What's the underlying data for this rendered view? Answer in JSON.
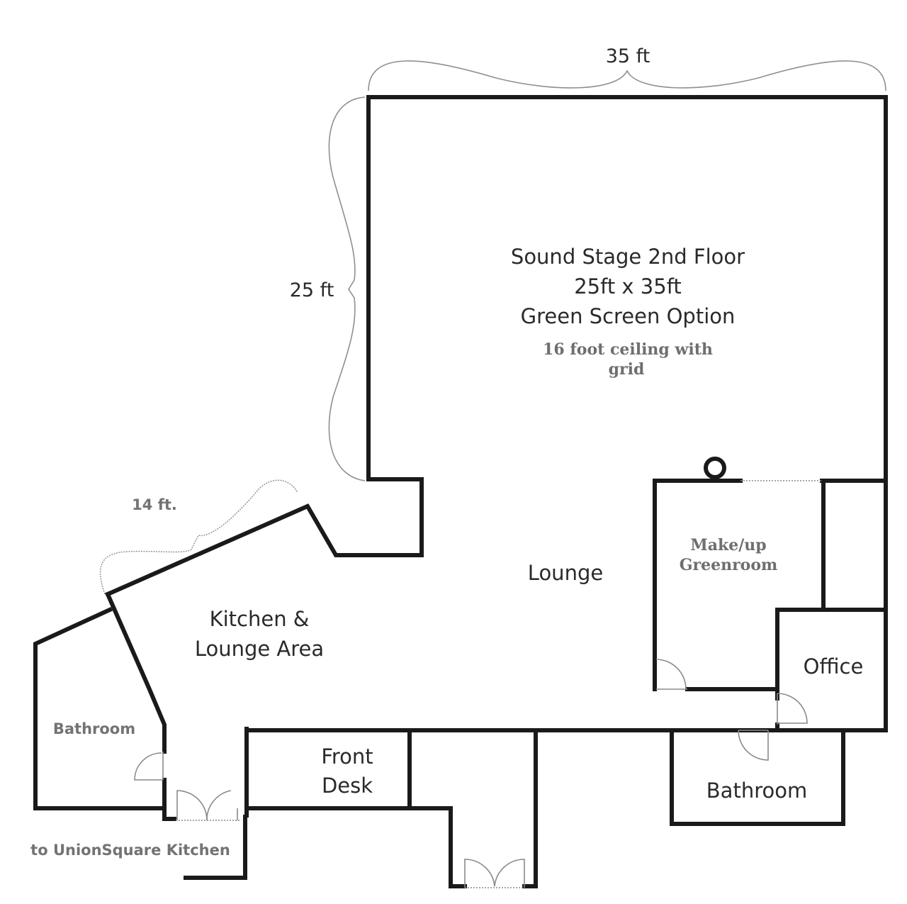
{
  "dimensions": {
    "width_label": "35 ft",
    "height_label": "25 ft",
    "kitchen_wall_label": "14 ft."
  },
  "rooms": {
    "sound_stage": {
      "title": "Sound Stage 2nd Floor",
      "size": "25ft x 35ft",
      "option": "Green Screen Option",
      "note_line1": "16 foot ceiling with",
      "note_line2": "grid"
    },
    "lounge": {
      "label": "Lounge"
    },
    "kitchen": {
      "line1": "Kitchen &",
      "line2": "Lounge Area"
    },
    "makeup": {
      "line1": "Make/up",
      "line2": "Greenroom"
    },
    "office": {
      "label": "Office"
    },
    "bathroom_left": {
      "label": "Bathroom"
    },
    "bathroom_right": {
      "label": "Bathroom"
    },
    "front_desk": {
      "line1": "Front",
      "line2": "Desk"
    }
  },
  "annotations": {
    "exit_label": "to UnionSquare Kitchen"
  },
  "colors": {
    "wall": "#1a1a1a",
    "door_swing": "#8a8a8a",
    "text": "#2a2a2a",
    "secondary_text": "#737373"
  }
}
